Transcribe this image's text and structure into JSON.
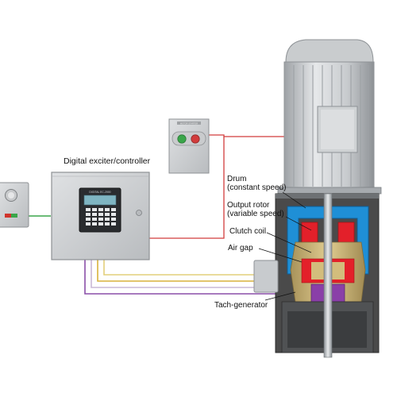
{
  "labels": {
    "controller": "Digital exciter/controller",
    "drum_line1": "Drum",
    "drum_line2": "(constant speed)",
    "rotor_line1": "Output rotor",
    "rotor_line2": "(variable speed)",
    "clutch_coil": "Clutch coil",
    "air_gap": "Air gap",
    "tach": "Tach-generator"
  },
  "devices": {
    "keypad_brand": "DIGITAL EC-2000",
    "start_stop_panel_label": "MOTOR STARTER"
  },
  "colors": {
    "drum": "#1f8fd6",
    "coil": "#e3202a",
    "rotor": "#c9b37a",
    "tach": "#8a3fa8",
    "wire_red": "#d23c3c",
    "wire_green": "#3aa64a",
    "wire_yellow": "#d8b23c",
    "wire_purple": "#8a4fa8",
    "housing": "#4a4a4a",
    "panel": "#d2d4d6"
  },
  "icons": [
    "start-button-icon",
    "stop-button-icon",
    "potentiometer-knob-icon"
  ]
}
